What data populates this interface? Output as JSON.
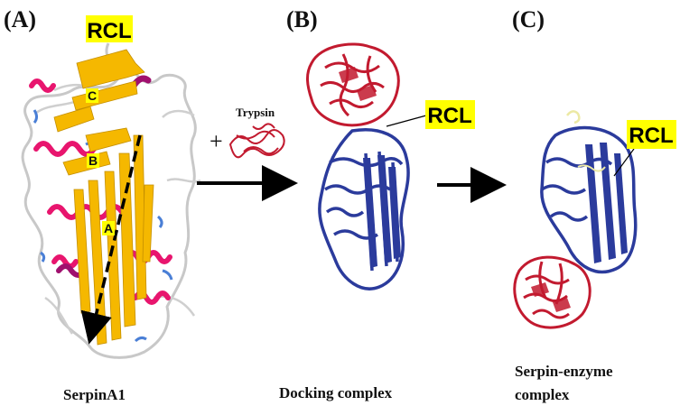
{
  "panels": {
    "a": {
      "label": "(A)",
      "caption": "SerpinA1"
    },
    "b": {
      "label": "(B)",
      "caption": "Docking complex"
    },
    "c": {
      "label": "(C)",
      "caption_line1": "Serpin-enzyme",
      "caption_line2": "complex"
    }
  },
  "rcl_label": "RCL",
  "sheet_letters": {
    "a": "A",
    "b": "B",
    "c": "C"
  },
  "reagent": {
    "plus": "+",
    "name": "Trypsin"
  },
  "colors": {
    "highlight": "#ffff00",
    "sheet": "#f5b800",
    "helix": "#e8156e",
    "helix_dark": "#a0106e",
    "loop": "#c8c8c8",
    "turn": "#4a7fd6",
    "serpin_blue": "#2b3b9c",
    "trypsin_red": "#c21a2f",
    "ligand": "#ece9a4",
    "arrow": "#000000"
  }
}
